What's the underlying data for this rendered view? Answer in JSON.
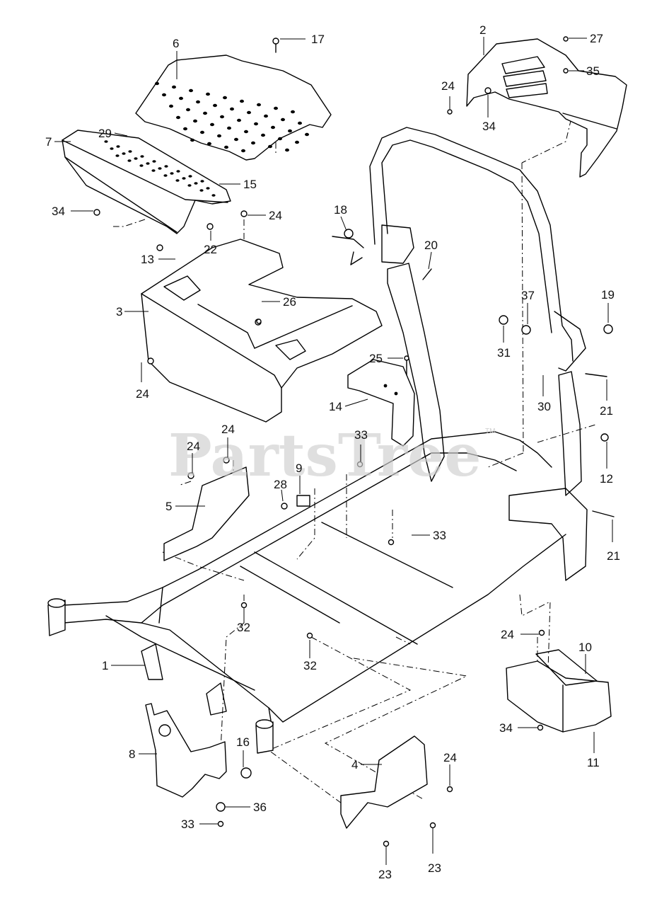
{
  "watermark": {
    "text": "PartsTree",
    "trademark": "TM"
  },
  "callouts": [
    {
      "id": "1",
      "label": "1"
    },
    {
      "id": "2",
      "label": "2"
    },
    {
      "id": "3",
      "label": "3"
    },
    {
      "id": "4",
      "label": "4"
    },
    {
      "id": "5",
      "label": "5"
    },
    {
      "id": "6",
      "label": "6"
    },
    {
      "id": "7",
      "label": "7"
    },
    {
      "id": "8",
      "label": "8"
    },
    {
      "id": "9",
      "label": "9"
    },
    {
      "id": "10",
      "label": "10"
    },
    {
      "id": "11",
      "label": "11"
    },
    {
      "id": "12",
      "label": "12"
    },
    {
      "id": "13",
      "label": "13"
    },
    {
      "id": "14",
      "label": "14"
    },
    {
      "id": "15",
      "label": "15"
    },
    {
      "id": "16",
      "label": "16"
    },
    {
      "id": "17",
      "label": "17"
    },
    {
      "id": "18",
      "label": "18"
    },
    {
      "id": "19",
      "label": "19"
    },
    {
      "id": "20",
      "label": "20"
    },
    {
      "id": "21a",
      "label": "21"
    },
    {
      "id": "21b",
      "label": "21"
    },
    {
      "id": "22",
      "label": "22"
    },
    {
      "id": "23a",
      "label": "23"
    },
    {
      "id": "23b",
      "label": "23"
    },
    {
      "id": "24a",
      "label": "24"
    },
    {
      "id": "24b",
      "label": "24"
    },
    {
      "id": "24c",
      "label": "24"
    },
    {
      "id": "24d",
      "label": "24"
    },
    {
      "id": "24e",
      "label": "24"
    },
    {
      "id": "24f",
      "label": "24"
    },
    {
      "id": "24g",
      "label": "24"
    },
    {
      "id": "24h",
      "label": "24"
    },
    {
      "id": "25",
      "label": "25"
    },
    {
      "id": "26",
      "label": "26"
    },
    {
      "id": "27",
      "label": "27"
    },
    {
      "id": "28",
      "label": "28"
    },
    {
      "id": "29",
      "label": "29"
    },
    {
      "id": "30",
      "label": "30"
    },
    {
      "id": "31",
      "label": "31"
    },
    {
      "id": "32a",
      "label": "32"
    },
    {
      "id": "32b",
      "label": "32"
    },
    {
      "id": "33a",
      "label": "33"
    },
    {
      "id": "33b",
      "label": "33"
    },
    {
      "id": "33c",
      "label": "33"
    },
    {
      "id": "34a",
      "label": "34"
    },
    {
      "id": "34b",
      "label": "34"
    },
    {
      "id": "34c",
      "label": "34"
    },
    {
      "id": "35",
      "label": "35"
    },
    {
      "id": "36",
      "label": "36"
    },
    {
      "id": "37",
      "label": "37"
    }
  ]
}
